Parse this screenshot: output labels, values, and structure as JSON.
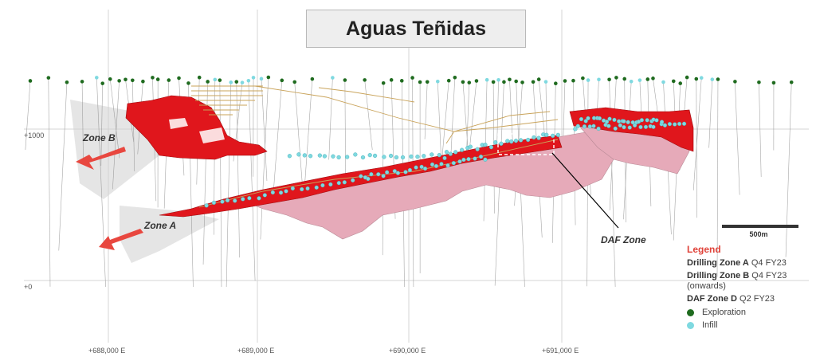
{
  "title": "Aguas Teñidas",
  "elevation_labels": [
    "+1000",
    "+0"
  ],
  "easting_labels": [
    "+688,000 E",
    "+689,000 E",
    "+690,000 E",
    "+691,000 E"
  ],
  "zones": {
    "zone_a": "Zone A",
    "zone_b": "Zone B",
    "daf": "DAF Zone"
  },
  "scale_bar": "500m",
  "legend": {
    "title": "Legend",
    "items": [
      {
        "name": "Drilling Zone A",
        "period": "Q4 FY23"
      },
      {
        "name": "Drilling Zone B",
        "period": "Q4 FY23 (onwards)"
      },
      {
        "name": "DAF Zone D",
        "period": "Q2 FY23"
      }
    ],
    "exploration": "Exploration",
    "infill": "Infill"
  },
  "colors": {
    "orebody_red": "#e0161c",
    "orebody_pink": "#e6aab9",
    "exploration": "#1f6b1f",
    "infill": "#7fd9e0",
    "arrow": "#e8473f",
    "legend_title": "#e0433a"
  }
}
